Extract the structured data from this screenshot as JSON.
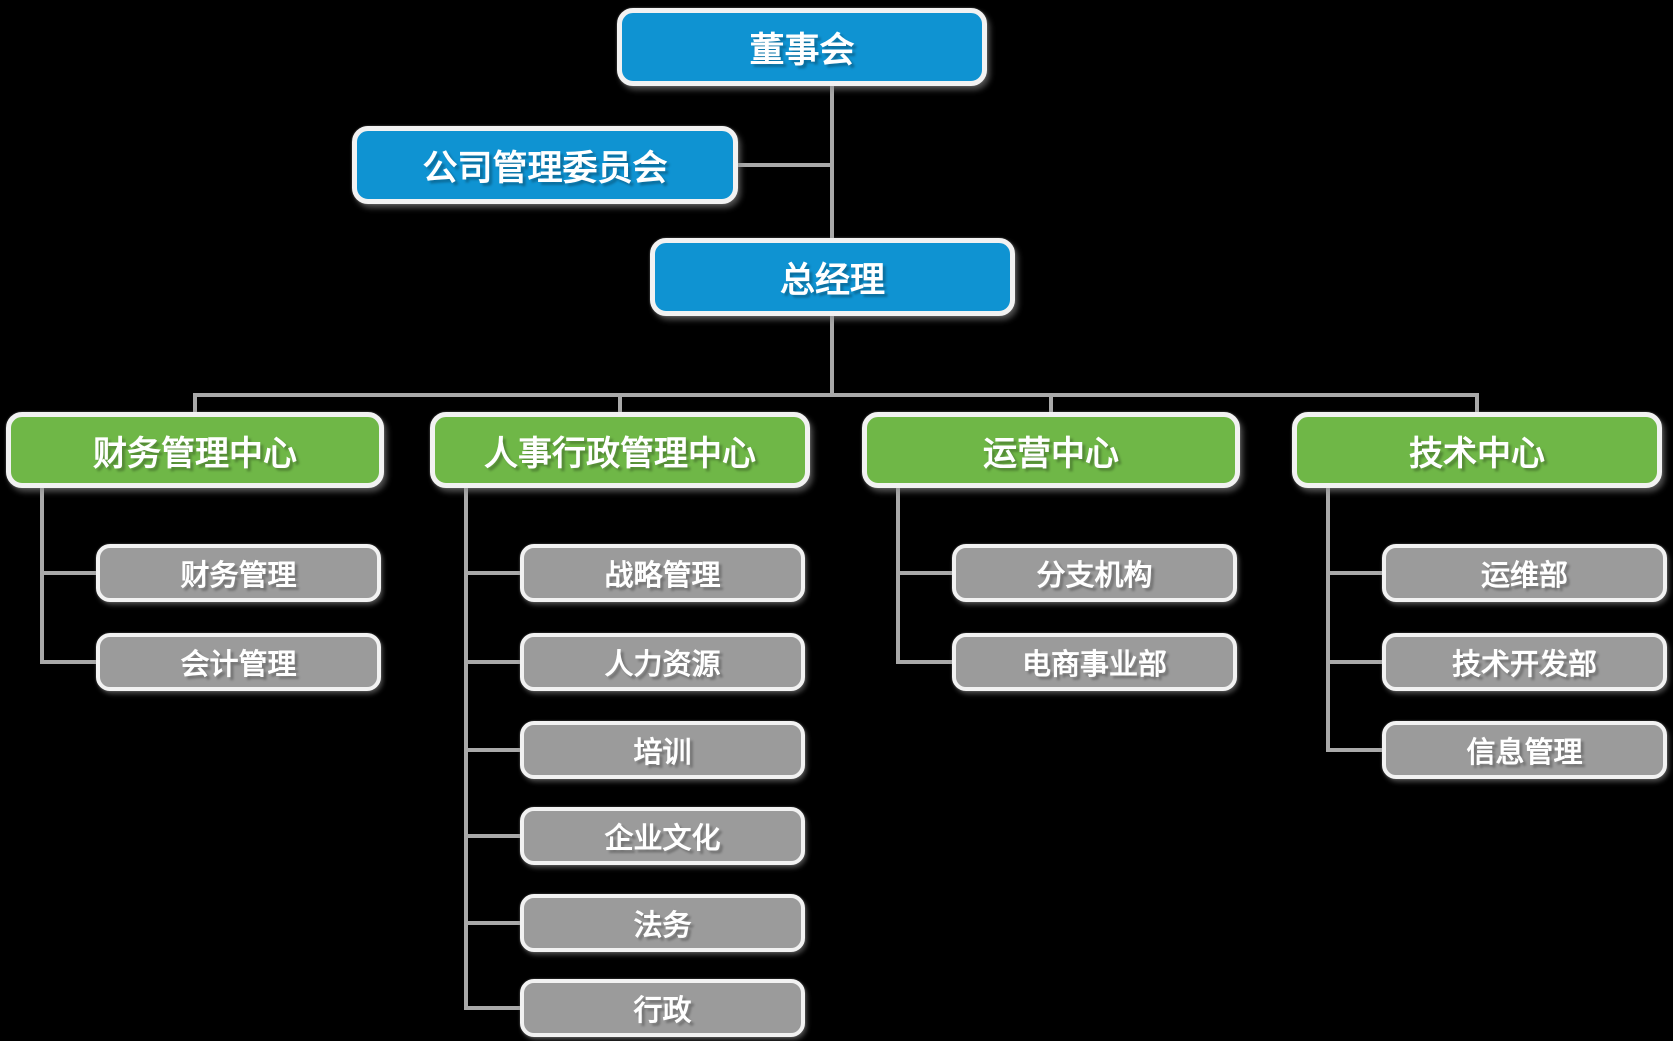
{
  "org_chart": {
    "board": {
      "label": "董事会"
    },
    "committee": {
      "label": "公司管理委员会"
    },
    "general_manager": {
      "label": "总经理"
    },
    "departments": [
      {
        "label": "财务管理中心",
        "children": [
          {
            "label": "财务管理"
          },
          {
            "label": "会计管理"
          }
        ]
      },
      {
        "label": "人事行政管理中心",
        "children": [
          {
            "label": "战略管理"
          },
          {
            "label": "人力资源"
          },
          {
            "label": "培训"
          },
          {
            "label": "企业文化"
          },
          {
            "label": "法务"
          },
          {
            "label": "行政"
          }
        ]
      },
      {
        "label": "运营中心",
        "children": [
          {
            "label": "分支机构"
          },
          {
            "label": "电商事业部"
          }
        ]
      },
      {
        "label": "技术中心",
        "children": [
          {
            "label": "运维部"
          },
          {
            "label": "技术开发部"
          },
          {
            "label": "信息管理"
          }
        ]
      }
    ],
    "colors": {
      "level1_fill": "#0f93d2",
      "level2_fill": "#6fb747",
      "level3_fill": "#9b9b9b",
      "connector": "#a9a9a9",
      "box_border": "#f2f2f2",
      "text": "#ffffff",
      "background": "#000000"
    }
  }
}
